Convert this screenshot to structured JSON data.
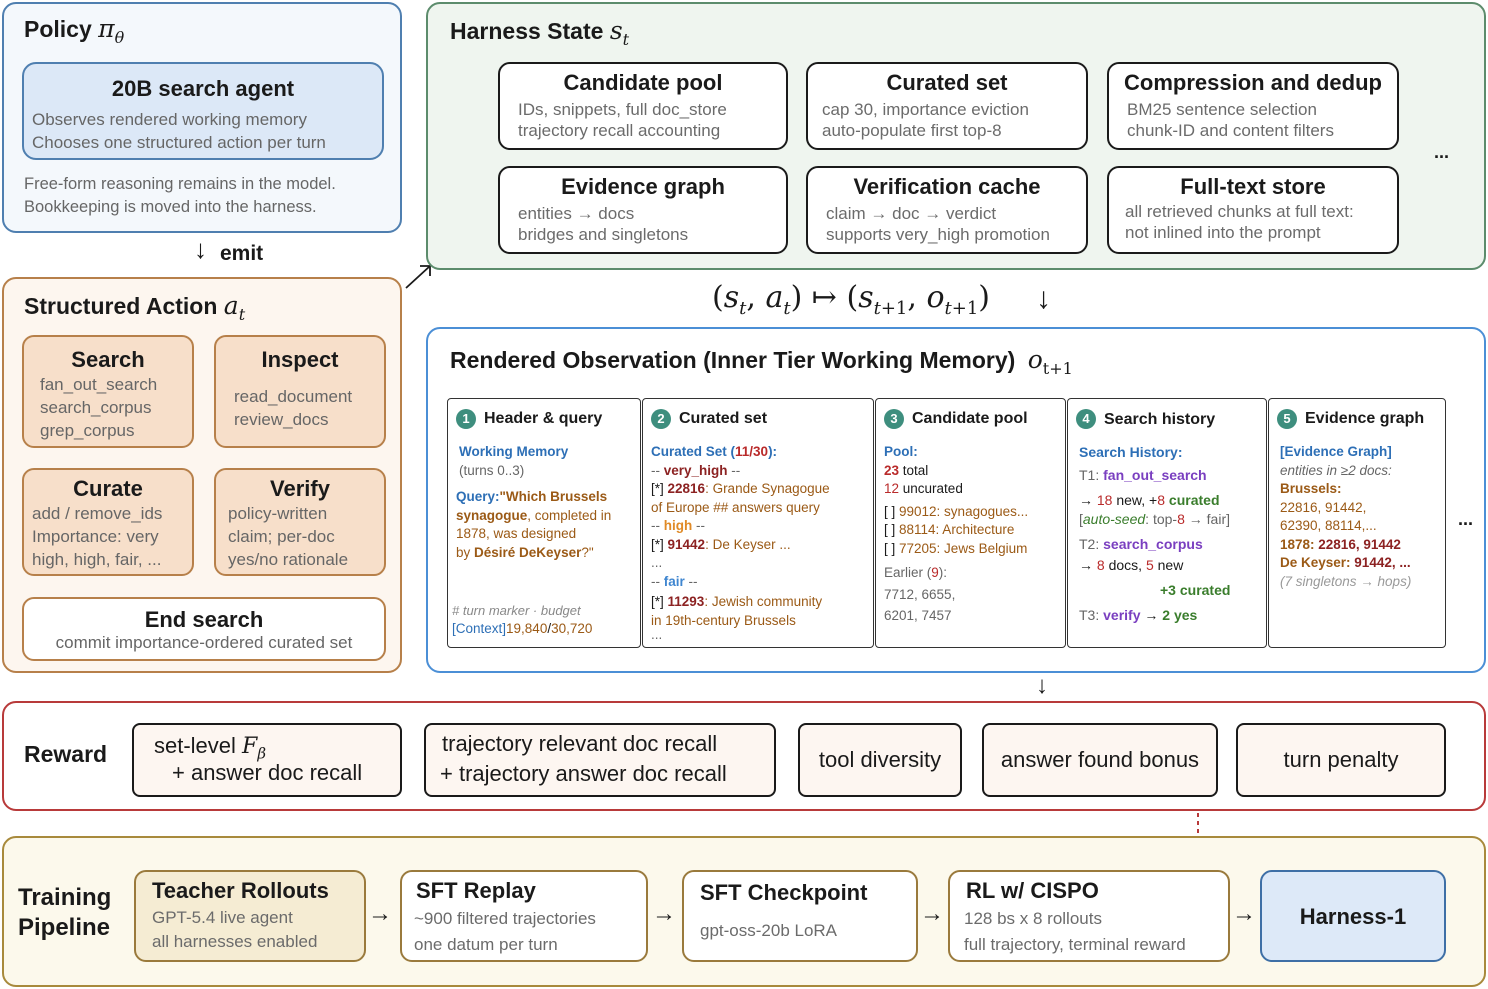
{
  "policy": {
    "title": "Policy",
    "symbol": "πθ",
    "agent": {
      "title": "20B search agent",
      "lines": [
        "Observes rendered working memory",
        "Chooses one structured action per turn"
      ]
    },
    "note": [
      "Free-form reasoning remains in the model.",
      "Bookkeeping is moved into the harness."
    ]
  },
  "emit_label": "emit",
  "action": {
    "title": "Structured Action",
    "symbol": "at",
    "cards": [
      {
        "title": "Search",
        "lines": [
          "fan_out_search",
          "search_corpus",
          "grep_corpus"
        ]
      },
      {
        "title": "Inspect",
        "lines": [
          "read_document",
          "review_docs"
        ]
      },
      {
        "title": "Curate",
        "lines": [
          "add / remove_ids",
          "Importance: very",
          "high, high, fair, ..."
        ]
      },
      {
        "title": "Verify",
        "lines": [
          "policy-written",
          "claim; per-doc",
          "yes/no rationale"
        ]
      }
    ],
    "end": {
      "title": "End search",
      "line": "commit importance-ordered curated set"
    }
  },
  "harness": {
    "title": "Harness State",
    "symbol": "st",
    "cards": [
      {
        "title": "Candidate pool",
        "lines": [
          "IDs, snippets, full doc_store",
          "trajectory recall accounting"
        ]
      },
      {
        "title": "Curated set",
        "lines": [
          "cap 30, importance eviction",
          "auto-populate first top-8"
        ]
      },
      {
        "title": "Compression and dedup",
        "lines": [
          "BM25 sentence selection",
          "chunk-ID and content filters"
        ]
      },
      {
        "title": "Evidence graph",
        "lines": [
          "entities → docs",
          "bridges and singletons"
        ]
      },
      {
        "title": "Verification cache",
        "lines": [
          "claim → doc → verdict",
          "supports very_high promotion"
        ]
      },
      {
        "title": "Full-text store",
        "lines": [
          "all retrieved chunks at full text:",
          "not inlined into the prompt"
        ]
      }
    ],
    "ellipsis": "..."
  },
  "transition": "(st, at) ↦ (st+1, ot+1)",
  "observation": {
    "title": "Rendered Observation (Inner Tier Working Memory)",
    "symbol": "ot+1",
    "ellipsis": "...",
    "columns": [
      {
        "num": "1",
        "title": "Header & query"
      },
      {
        "num": "2",
        "title": "Curated set"
      },
      {
        "num": "3",
        "title": "Candidate pool"
      },
      {
        "num": "4",
        "title": "Search history"
      },
      {
        "num": "5",
        "title": "Evidence graph"
      }
    ],
    "c1": {
      "wm": "Working Memory",
      "turns": "(turns 0..3)",
      "query_label": "Query:",
      "query_a": "\"Which Brussels",
      "query_b": "synagogue",
      "query_c": ", completed in",
      "query_d": "1878, was designed",
      "query_e": "by ",
      "query_f": "Désiré DeKeyser",
      "query_g": "?\"",
      "marker": "# turn marker · budget",
      "ctx_label": "[Context]",
      "ctx_used": "19,840",
      "ctx_sep": "/",
      "ctx_total": "30,720"
    },
    "c2": {
      "head_a": "Curated Set (",
      "head_b": "11/30",
      "head_c": "):",
      "vh_pre": "-- ",
      "vh": "very_high",
      "vh_post": " --",
      "i1_pre": "[*] ",
      "i1_id": "22816",
      "i1_a": ": Grande Synagogue",
      "i1_b": "of Europe ## answers query",
      "h_pre": "-- ",
      "h": "high",
      "h_post": " --",
      "i2_pre": "[*] ",
      "i2_id": "91442",
      "i2_a": ": De Keyser ...",
      "dots1": "...",
      "f_pre": " -- ",
      "f": "fair",
      "f_post": " --",
      "i3_pre": "[*] ",
      "i3_id": "11293",
      "i3_a": ": Jewish community",
      "i3_b": "in 19th-century Brussels",
      "dots2": "..."
    },
    "c3": {
      "pool": "Pool:",
      "total_n": "23",
      "total_l": " total",
      "unc_n": "12",
      "unc_l": " uncurated",
      "rows": [
        {
          "pre": "[ ] ",
          "txt": "99012: synagogues..."
        },
        {
          "pre": "[ ] ",
          "txt": "88114: Architecture"
        },
        {
          "pre": "[ ] ",
          "txt": "77205: Jews Belgium"
        }
      ],
      "earlier_a": "Earlier (",
      "earlier_n": "9",
      "earlier_b": "):",
      "ids": [
        "7712, 6655,",
        "6201, 7457"
      ]
    },
    "c4": {
      "head": "Search History:",
      "t1": "T1: ",
      "t1_tool": "fan_out_search",
      "t1_arrow": "→ ",
      "t1_new_n": "18",
      "t1_new_l": " new, +",
      "t1_cur_n": "8",
      "t1_cur_l": " curated",
      "seed_a": "[",
      "seed_b": "auto-seed",
      "seed_c": ": top-",
      "seed_d": "8",
      "seed_e": " → fair]",
      "t2": "T2: ",
      "t2_tool": "search_corpus",
      "t2_arrow": "→ ",
      "t2_docs_n": "8",
      "t2_docs_l": " docs, ",
      "t2_new_n": "5",
      "t2_new_l": " new",
      "t2_cur": "+3 curated",
      "t3": "T3: ",
      "t3_tool": "verify",
      "t3_arrow": " → ",
      "t3_res": "2 yes"
    },
    "c5": {
      "head": "[Evidence Graph]",
      "sub": "entities in ≥2 docs:",
      "e1": "Brussels:",
      "e1_ids": [
        "22816, 91442,",
        "62390, 88114,..."
      ],
      "e2_a": "1878: ",
      "e2_b": "22816, 91442",
      "e3_a": "De Keyser: ",
      "e3_b": "91442, ...",
      "note": "(7 singletons → hops)"
    }
  },
  "reward": {
    "label": "Reward",
    "items": [
      {
        "lines": [
          "set-level Fβ",
          "+ answer doc recall"
        ]
      },
      {
        "lines": [
          "trajectory relevant doc recall",
          "+ trajectory answer doc recall"
        ]
      },
      {
        "lines": [
          "tool diversity"
        ]
      },
      {
        "lines": [
          "answer found bonus"
        ]
      },
      {
        "lines": [
          "turn penalty"
        ]
      }
    ]
  },
  "training": {
    "label": [
      "Training",
      "Pipeline"
    ],
    "steps": [
      {
        "title": "Teacher Rollouts",
        "lines": [
          "GPT-5.4 live agent",
          "all harnesses enabled"
        ]
      },
      {
        "title": "SFT Replay",
        "lines": [
          "~900 filtered trajectories",
          "one datum per turn"
        ]
      },
      {
        "title": "SFT Checkpoint",
        "lines": [
          "gpt-oss-20b LoRA"
        ]
      },
      {
        "title": "RL w/ CISPO",
        "lines": [
          "128 bs x 8 rollouts",
          "full trajectory, terminal reward"
        ]
      },
      {
        "title": "Harness-1",
        "lines": []
      }
    ]
  },
  "colors": {
    "policy_border": "#4f7fb0",
    "policy_fill": "#f4f8fc",
    "agent_fill": "#dce8f7",
    "action_border": "#b7804a",
    "action_fill": "#fdf6ef",
    "harness_border": "#5c8c6c",
    "harness_fill": "#eff5ef",
    "observation_border": "#4b8fd6",
    "reward_border": "#b83a3a",
    "training_border": "#a88a3c",
    "training_fill": "#fcf9ec",
    "teacher_fill": "#f5ecd3",
    "harness1_fill": "#dde9f8",
    "harness1_border": "#3e6fa6"
  }
}
